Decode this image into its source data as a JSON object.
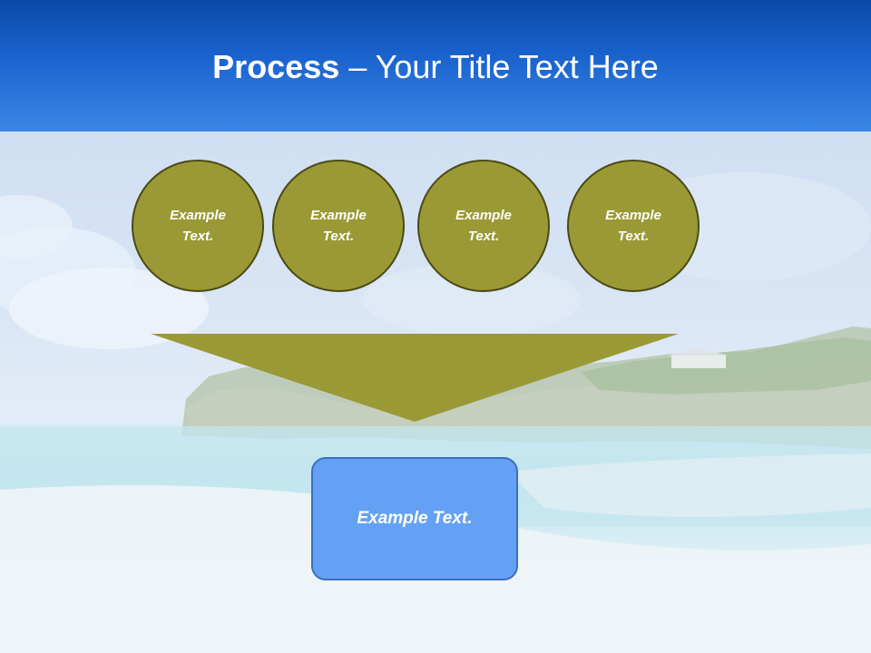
{
  "slide": {
    "title_bold": "Process",
    "title_rest": " – Your Title Text Here",
    "steps": [
      {
        "label": "Example Text."
      },
      {
        "label": "Example Text."
      },
      {
        "label": "Example Text."
      },
      {
        "label": "Example Text."
      }
    ],
    "result_label": "Example Text."
  },
  "colors": {
    "title_band": "#1b64cf",
    "circle_fill": "#9a9935",
    "circle_border": "#4a4a14",
    "funnel_fill": "#9a9935",
    "result_fill": "#64a1f4",
    "result_border": "#3a6fbf"
  }
}
